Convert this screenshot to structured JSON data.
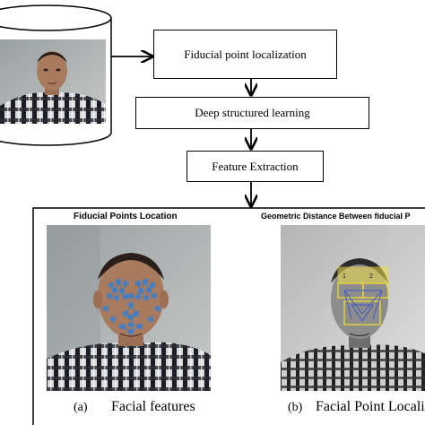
{
  "flow": {
    "step1": "Fiducial point localization",
    "step2": "Deep structured learning",
    "step3": "Feature Extraction"
  },
  "panels": {
    "left": {
      "title": "Fiducial Points Location",
      "caption_letter": "(a)",
      "caption_text": "Facial features"
    },
    "right": {
      "title": "Geometric Distance Between fiducial P",
      "caption_letter": "(b)",
      "caption_text": "Facial Point Localiz"
    }
  },
  "overlay_labels": [
    "1",
    "2"
  ],
  "colors": {
    "landmark": "#2f7fd8",
    "roi": "#e8d43a",
    "shirt_dark": "#1c1c24",
    "skin": "#a87a5e"
  }
}
